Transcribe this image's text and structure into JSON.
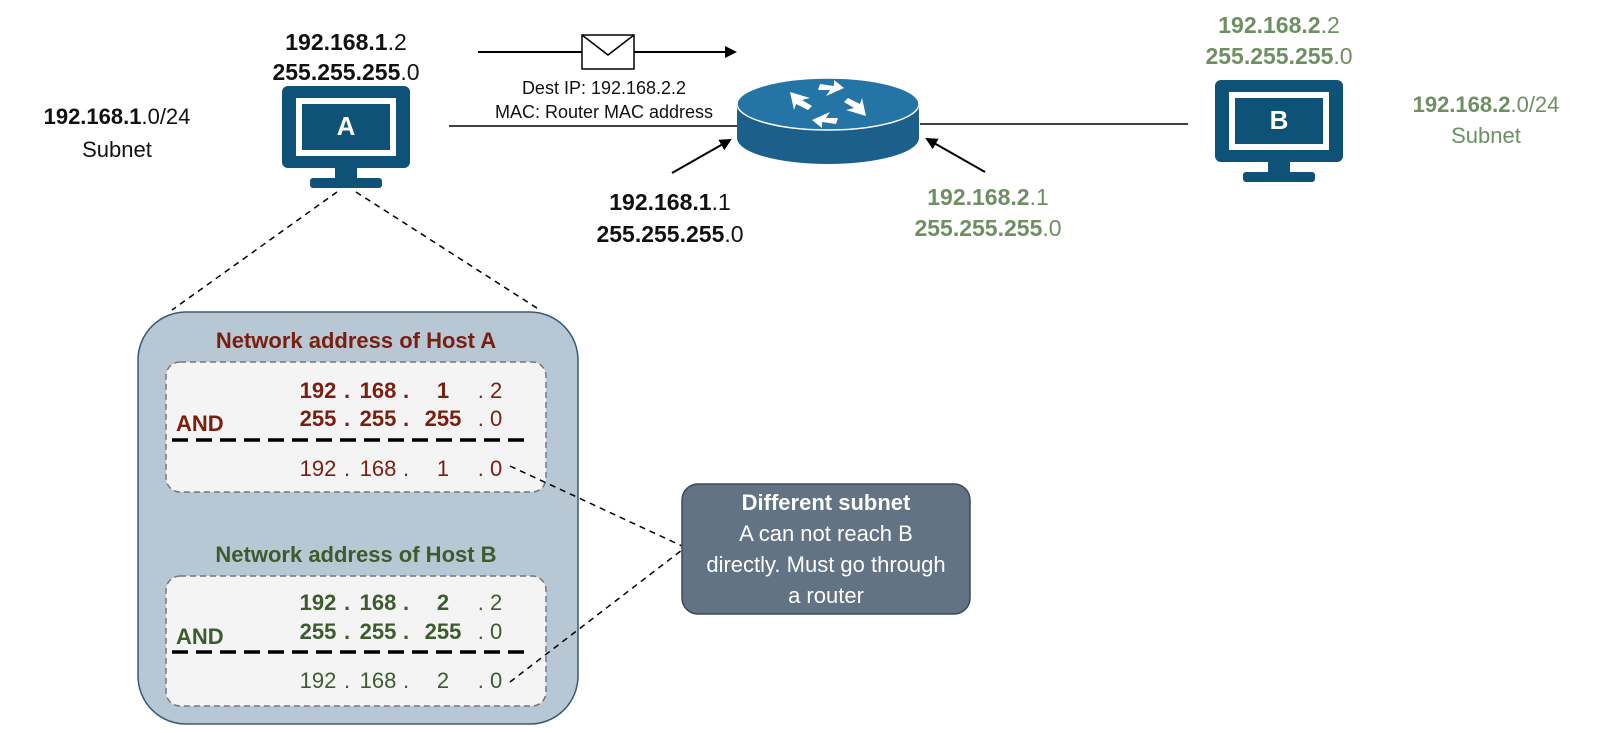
{
  "host_a": {
    "label": "A",
    "ip_bold": "192.168.1",
    "ip_rest": ".2",
    "mask_bold": "255.255.255",
    "mask_rest": ".0"
  },
  "host_b": {
    "label": "B",
    "ip_bold": "192.168.2",
    "ip_rest": ".2",
    "mask_bold": "255.255.255",
    "mask_rest": ".0"
  },
  "subnet_a": {
    "net_bold": "192.168.1",
    "net_rest": ".0/24",
    "label": "Subnet"
  },
  "subnet_b": {
    "net_bold": "192.168.2",
    "net_rest": ".0/24",
    "label": "Subnet"
  },
  "router_left": {
    "ip_bold": "192.168.1",
    "ip_rest": ".1",
    "mask_bold": "255.255.255",
    "mask_rest": ".0"
  },
  "router_right": {
    "ip_bold": "192.168.2",
    "ip_rest": ".1",
    "mask_bold": "255.255.255",
    "mask_rest": ".0"
  },
  "packet": {
    "dest_ip": "Dest IP: 192.168.2.2",
    "mac": "MAC: Router MAC address"
  },
  "calc_a": {
    "title": "Network address of Host A",
    "and": "AND",
    "row1": [
      "192",
      ".",
      "168",
      ".",
      "1",
      ". 2"
    ],
    "row2": [
      "255",
      ".",
      "255",
      ".",
      "255",
      ". 0"
    ],
    "row3": [
      "192",
      ".",
      "168",
      ".",
      "1",
      ". 0"
    ]
  },
  "calc_b": {
    "title": "Network address of Host B",
    "and": "AND",
    "row1": [
      "192",
      ".",
      "168",
      ".",
      "2",
      ". 2"
    ],
    "row2": [
      "255",
      ".",
      "255",
      ".",
      "255",
      ". 0"
    ],
    "row3": [
      "192",
      ".",
      "168",
      ".",
      "2",
      ". 0"
    ]
  },
  "callout": {
    "title": "Different subnet",
    "line1": "A can not reach B",
    "line2": "directly. Must go through",
    "line3": "a router"
  },
  "colors": {
    "black": "#111111",
    "green": "#6e8f62",
    "dark_green": "#3d5c2e",
    "dark_red": "#7a1f0f",
    "host_blue": "#0e5278",
    "router_blue": "#1b5f8a",
    "panel": "#b7c7d4",
    "callout": "#627385"
  }
}
